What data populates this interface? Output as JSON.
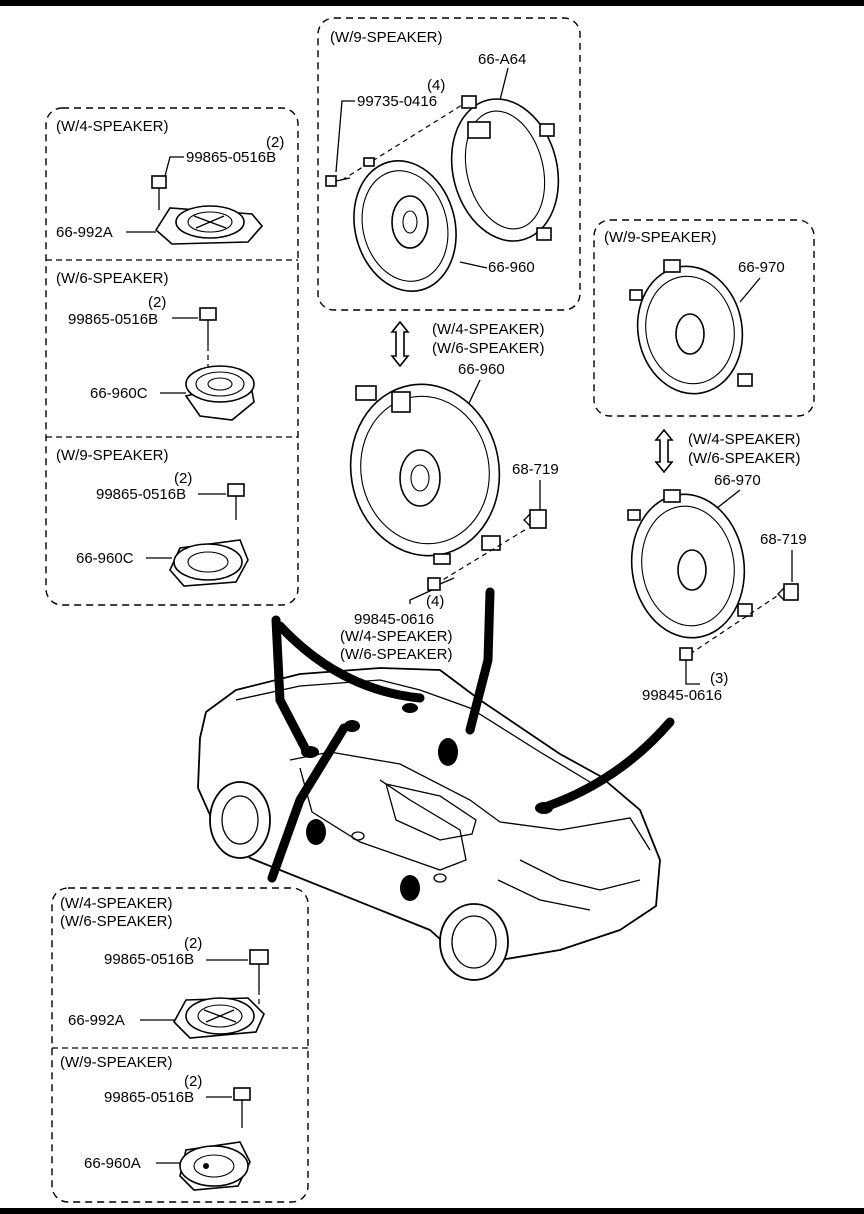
{
  "groups": {
    "top_center": {
      "variant": "(W/9-SPEAKER)",
      "qty_screw": "(4)",
      "screw": "99735-0416",
      "ring": "66-A64",
      "speaker": "66-960"
    },
    "left_box": {
      "w4": {
        "variant": "(W/4-SPEAKER)",
        "qty": "(2)",
        "screw": "99865-0516B",
        "tweeter": "66-992A"
      },
      "w6": {
        "variant": "(W/6-SPEAKER)",
        "qty": "(2)",
        "screw": "99865-0516B",
        "tweeter": "66-960C"
      },
      "w9": {
        "variant": "(W/9-SPEAKER)",
        "qty": "(2)",
        "screw": "99865-0516B",
        "tweeter": "66-960C"
      }
    },
    "right_box": {
      "variant": "(W/9-SPEAKER)",
      "speaker": "66-970"
    },
    "center_front": {
      "variant_a": "(W/4-SPEAKER)",
      "variant_b": "(W/6-SPEAKER)",
      "speaker": "66-960",
      "clip": "68-719",
      "qty_screw": "(4)",
      "screw": "99845-0616",
      "screw_variant_a": "(W/4-SPEAKER)",
      "screw_variant_b": "(W/6-SPEAKER)"
    },
    "right_rear": {
      "variant_a": "(W/4-SPEAKER)",
      "variant_b": "(W/6-SPEAKER)",
      "speaker": "66-970",
      "clip": "68-719",
      "qty_screw": "(3)",
      "screw": "99845-0616"
    },
    "bottom_box": {
      "w46": {
        "variant_a": "(W/4-SPEAKER)",
        "variant_b": "(W/6-SPEAKER)",
        "qty": "(2)",
        "screw": "99865-0516B",
        "tweeter": "66-992A"
      },
      "w9": {
        "variant": "(W/9-SPEAKER)",
        "qty": "(2)",
        "screw": "99865-0516B",
        "tweeter": "66-960A"
      }
    }
  }
}
